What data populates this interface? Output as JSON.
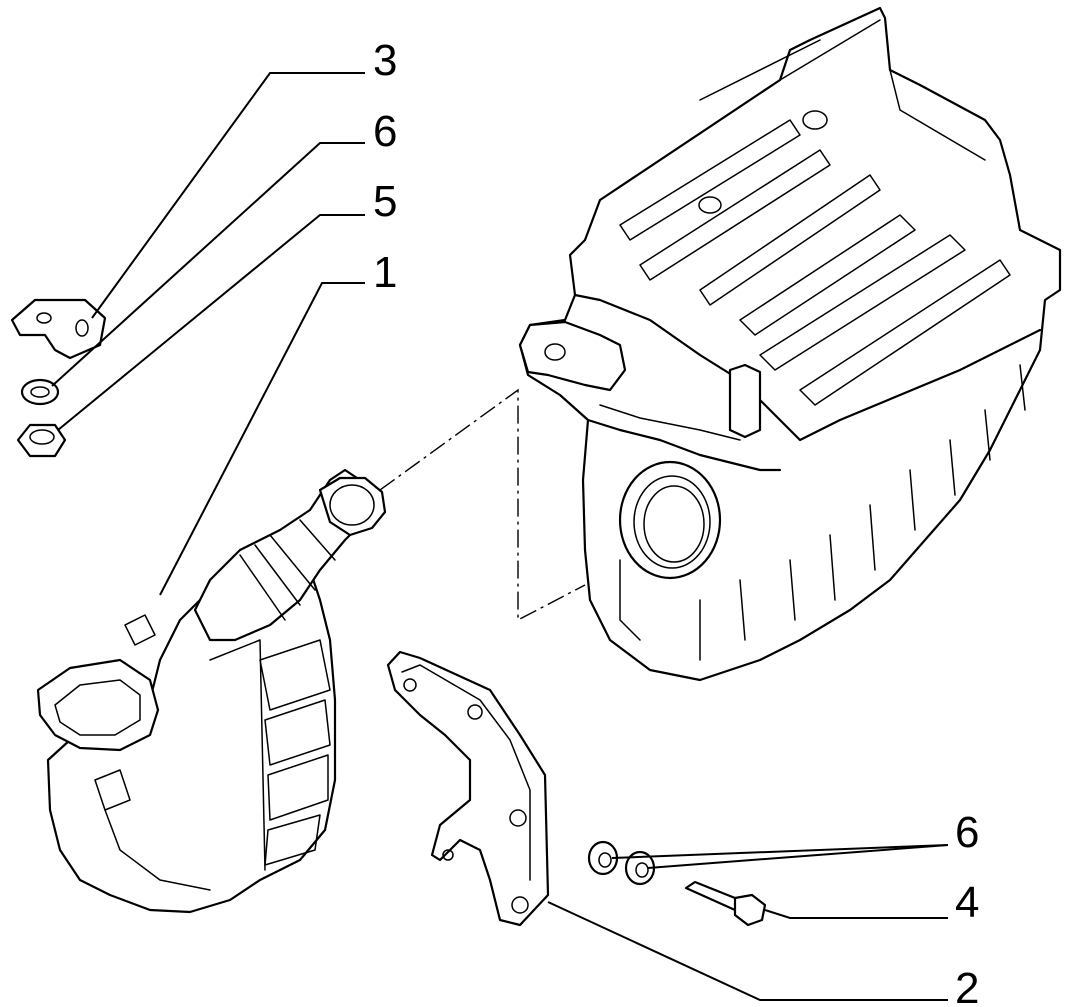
{
  "callouts": {
    "c3": "3",
    "c6_top": "6",
    "c5": "5",
    "c1": "1",
    "c6_bottom": "6",
    "c4": "4",
    "c2": "2"
  }
}
